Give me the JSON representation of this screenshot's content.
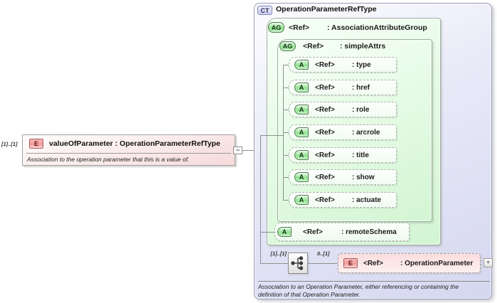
{
  "element_box": {
    "cardinality": "[1]..[1]",
    "badge": "E",
    "title": "valueOfParameter : OperationParameterRefType",
    "annotation": "Association to the operation parameter that this is a value of.",
    "collapse_glyph": "−"
  },
  "complex_type": {
    "badge": "CT",
    "title": "OperationParameterRefType",
    "attr_group": {
      "badge": "AG",
      "ref": "<Ref>",
      "label": ": AssociationAttributeGroup"
    },
    "simple_attrs": {
      "badge": "AG",
      "ref": "<Ref>",
      "label": ": simpleAttrs",
      "attributes": [
        {
          "badge": "A",
          "ref": "<Ref>",
          "label": ": type"
        },
        {
          "badge": "A",
          "ref": "<Ref>",
          "label": ": href"
        },
        {
          "badge": "A",
          "ref": "<Ref>",
          "label": ": role"
        },
        {
          "badge": "A",
          "ref": "<Ref>",
          "label": ": arcrole"
        },
        {
          "badge": "A",
          "ref": "<Ref>",
          "label": ": title"
        },
        {
          "badge": "A",
          "ref": "<Ref>",
          "label": ": show"
        },
        {
          "badge": "A",
          "ref": "<Ref>",
          "label": ": actuate"
        }
      ]
    },
    "remote_schema": {
      "badge": "A",
      "ref": "<Ref>",
      "label": ": remoteSchema"
    },
    "sequence": {
      "cardinality_left": "[1]..[1]",
      "cardinality_right": "0..[1]",
      "icon": "sequence-compositor-icon",
      "element": {
        "badge": "E",
        "ref": "<Ref>",
        "label": ": OperationParameter"
      },
      "expand_glyph": "+"
    },
    "annotation_lines": [
      "Association to an Operation Parameter, either referencing or containing the",
      "definition of that Operation Parameter."
    ]
  },
  "colors": {
    "element_fill": "#f6dada",
    "element_badge": "#ef9b9b",
    "complex_type_fill": "#d5d7f0",
    "group_fill": "#d3f5d3",
    "attr_badge": "#90e390",
    "connector": "#8f8f8f"
  }
}
